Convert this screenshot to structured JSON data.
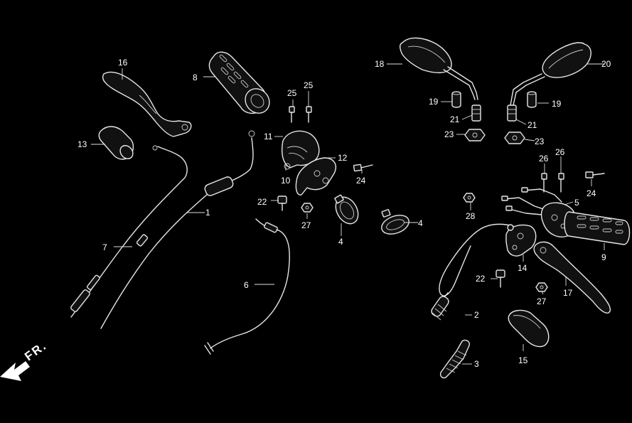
{
  "direction_indicator": {
    "text": "FR."
  },
  "callouts": [
    {
      "id": "c1",
      "label": "1"
    },
    {
      "id": "c2",
      "label": "2"
    },
    {
      "id": "c3",
      "label": "3"
    },
    {
      "id": "c4a",
      "label": "4"
    },
    {
      "id": "c4b",
      "label": "4"
    },
    {
      "id": "c5",
      "label": "5"
    },
    {
      "id": "c6",
      "label": "6"
    },
    {
      "id": "c7",
      "label": "7"
    },
    {
      "id": "c8",
      "label": "8"
    },
    {
      "id": "c9",
      "label": "9"
    },
    {
      "id": "c10",
      "label": "10"
    },
    {
      "id": "c11",
      "label": "11"
    },
    {
      "id": "c12",
      "label": "12"
    },
    {
      "id": "c13",
      "label": "13"
    },
    {
      "id": "c14",
      "label": "14"
    },
    {
      "id": "c15",
      "label": "15"
    },
    {
      "id": "c16",
      "label": "16"
    },
    {
      "id": "c17",
      "label": "17"
    },
    {
      "id": "c18",
      "label": "18"
    },
    {
      "id": "c19a",
      "label": "19"
    },
    {
      "id": "c19b",
      "label": "19"
    },
    {
      "id": "c20",
      "label": "20"
    },
    {
      "id": "c21a",
      "label": "21"
    },
    {
      "id": "c21b",
      "label": "21"
    },
    {
      "id": "c22a",
      "label": "22"
    },
    {
      "id": "c22b",
      "label": "22"
    },
    {
      "id": "c23a",
      "label": "23"
    },
    {
      "id": "c23b",
      "label": "23"
    },
    {
      "id": "c24a",
      "label": "24"
    },
    {
      "id": "c24b",
      "label": "24"
    },
    {
      "id": "c25a",
      "label": "25"
    },
    {
      "id": "c25b",
      "label": "25"
    },
    {
      "id": "c26a",
      "label": "26"
    },
    {
      "id": "c26b",
      "label": "26"
    },
    {
      "id": "c27a",
      "label": "27"
    },
    {
      "id": "c27b",
      "label": "27"
    },
    {
      "id": "c28",
      "label": "28"
    }
  ]
}
